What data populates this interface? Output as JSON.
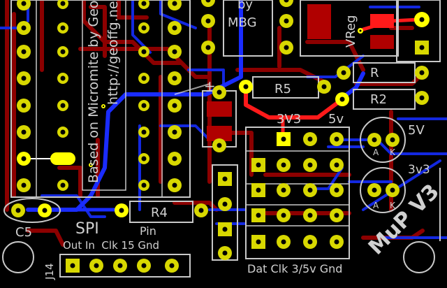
{
  "board": {
    "name": "MuP V3",
    "credit": "Based on Micromite by Geoff",
    "url": "http://geoffg.net"
  },
  "labels": {
    "by": "by",
    "mbg": "MBG",
    "vreg": "VReg",
    "r5": "R5",
    "r": "R",
    "r2": "R2",
    "r4": "R4",
    "c5": "C5",
    "spi": "SPI",
    "pin": "Pin",
    "spi_pins": "Out In  Clk 15 Gnd",
    "j14": "J14",
    "v3v3": "3V3",
    "v5": "5v",
    "led5v": "5V",
    "led3v3": "3v3",
    "a": "A",
    "k": "K",
    "bottom_header": "Dat Clk 3/5v Gnd",
    "plus": "+"
  },
  "colors": {
    "copper_red": "#9e0000",
    "copper_blue": "#1a2cff",
    "silkscreen": "#d0d0d0",
    "pad": "#d8d800",
    "selected": "#ffff00",
    "highlight_trace": "#ff1a1a"
  }
}
